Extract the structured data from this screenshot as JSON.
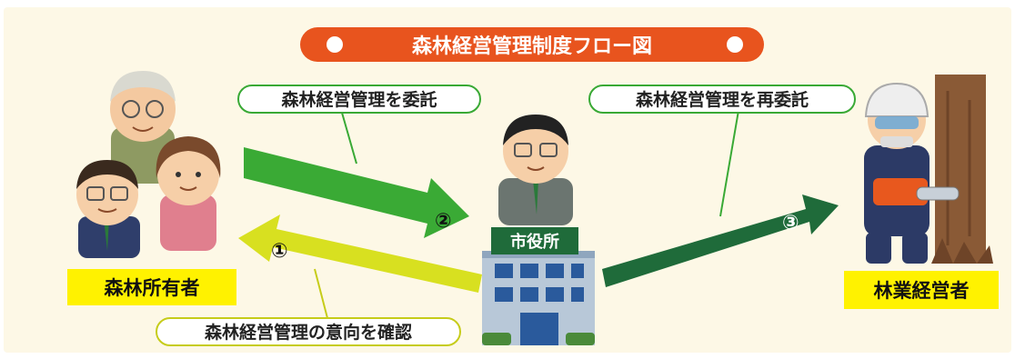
{
  "title": "森林経営管理制度フロー図",
  "labels": {
    "owner": "森林所有者",
    "office": "市役所",
    "operator": "林業経営者"
  },
  "callouts": {
    "entrust": "森林経営管理を委託",
    "reentrust": "森林経営管理を再委託",
    "confirm": "森林経営管理の意向を確認"
  },
  "steps": {
    "one": "①",
    "two": "②",
    "three": "③"
  },
  "colors": {
    "title_bg": "#e8541e",
    "label_bg": "#fff200",
    "arrow_confirm": "#d8e020",
    "arrow_entrust": "#3aaa35",
    "arrow_reentrust": "#1f6b3a",
    "callout_border": "#39a935"
  }
}
